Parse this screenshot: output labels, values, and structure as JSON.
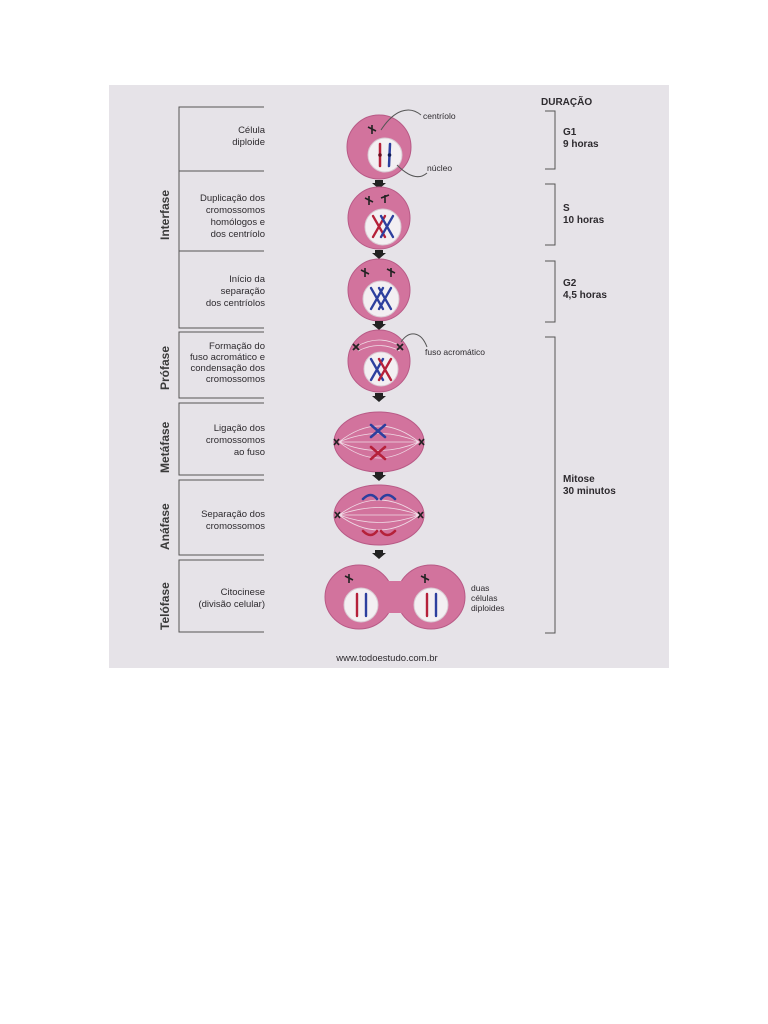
{
  "phases": {
    "interfase": "Interfase",
    "profase": "Prófase",
    "metafase": "Metáfase",
    "anafase": "Anáfase",
    "telofase": "Telófase"
  },
  "steps": {
    "s1": [
      "Célula",
      "diploide"
    ],
    "s2": [
      "Duplicação dos",
      "cromossomos",
      "homólogos e",
      "dos centríolo"
    ],
    "s3": [
      "Início da",
      "separação",
      "dos centríolos"
    ],
    "s4": [
      "Formação do",
      "fuso acromático e",
      "condensação dos",
      "cromossomos"
    ],
    "s5": [
      "Ligação dos",
      "cromossomos",
      "ao fuso"
    ],
    "s6": [
      "Separação dos",
      "cromossomos"
    ],
    "s7": [
      "Citocinese",
      "(divisão celular)"
    ]
  },
  "annotations": {
    "centriolo": "centríolo",
    "nucleo": "núcleo",
    "fuso": "fuso acromático",
    "duas": [
      "duas",
      "células",
      "diploides"
    ]
  },
  "duration": {
    "title": "DURAÇÃO",
    "g1": [
      "G1",
      "9 horas"
    ],
    "s": [
      "S",
      "10 horas"
    ],
    "g2": [
      "G2",
      "4,5 horas"
    ],
    "mitose": [
      "Mitose",
      "30 minutos"
    ]
  },
  "footer": "www.todoestudo.com.br",
  "colors": {
    "background": "#e6e3e8",
    "cell": "#d2739d",
    "nucleus": "#f3eff2",
    "chromosome_blue": "#2d3f9e",
    "chromosome_red": "#b5213a"
  }
}
